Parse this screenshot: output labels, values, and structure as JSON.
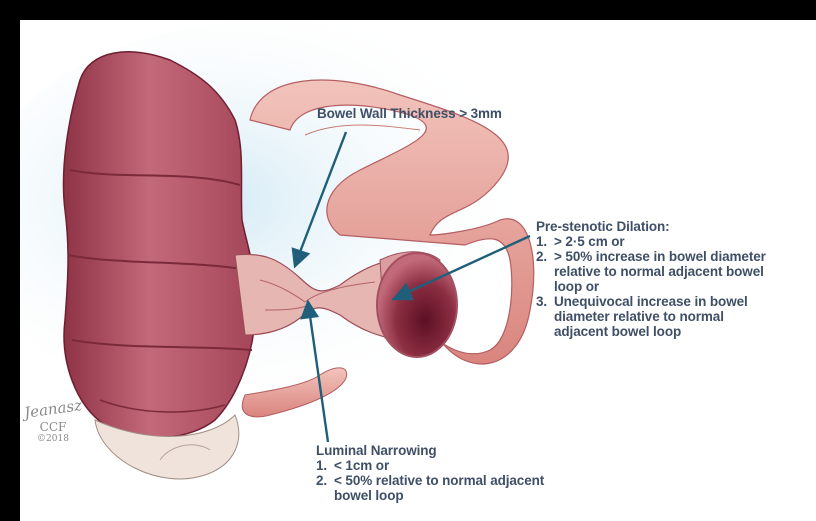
{
  "labels": {
    "wall_thickness": "Bowel Wall Thickness > 3mm",
    "prestenotic": {
      "title": "Pre-stenotic Dilation:",
      "items": [
        {
          "num": "1.",
          "text": "> 2·5 cm or"
        },
        {
          "num": "2.",
          "text": "> 50% increase in bowel diameter relative to normal adjacent bowel loop or"
        },
        {
          "num": "3.",
          "text": "Unequivocal increase in bowel diameter relative to normal adjacent bowel loop"
        }
      ]
    },
    "luminal": {
      "title": "Luminal Narrowing",
      "items": [
        {
          "num": "1.",
          "text": "< 1cm or"
        },
        {
          "num": "2.",
          "text": "< 50% relative to normal adjacent bowel loop"
        }
      ]
    }
  },
  "signature": {
    "name": "Jeanasz",
    "org": "CCF",
    "year": "©2018"
  },
  "colors": {
    "label_text": "#3f4f66",
    "arrow": "#1f5f7a",
    "bowel_fill": "#b8566a",
    "bowel_dark": "#7a2438",
    "small_bowel": "#e7a8a0",
    "background_glow": "#cfe8f4"
  }
}
